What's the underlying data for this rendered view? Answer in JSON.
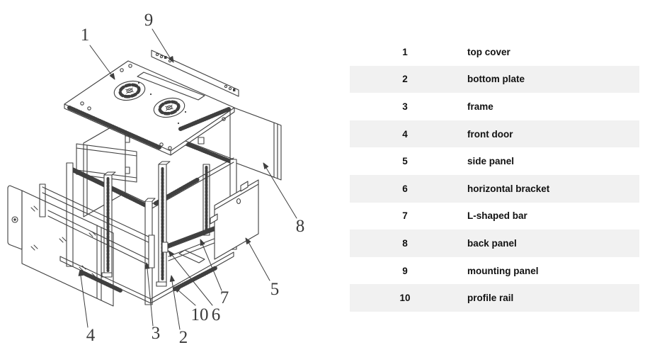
{
  "diagram": {
    "type": "exploded-isometric-line-drawing",
    "callouts": [
      "1",
      "9",
      "8",
      "5",
      "4",
      "3",
      "2",
      "10",
      "6",
      "7"
    ]
  },
  "parts": [
    {
      "num": "1",
      "label": "top cover"
    },
    {
      "num": "2",
      "label": "bottom plate"
    },
    {
      "num": "3",
      "label": "frame"
    },
    {
      "num": "4",
      "label": "front door"
    },
    {
      "num": "5",
      "label": "side panel"
    },
    {
      "num": "6",
      "label": "horizontal bracket"
    },
    {
      "num": "7",
      "label": "L-shaped bar"
    },
    {
      "num": "8",
      "label": "back panel"
    },
    {
      "num": "9",
      "label": "mounting panel"
    },
    {
      "num": "10",
      "label": "profile rail"
    }
  ],
  "colors": {
    "line": "#3f3f3f",
    "row_alt": "#f1f1f1",
    "text": "#111111",
    "background": "#ffffff"
  }
}
